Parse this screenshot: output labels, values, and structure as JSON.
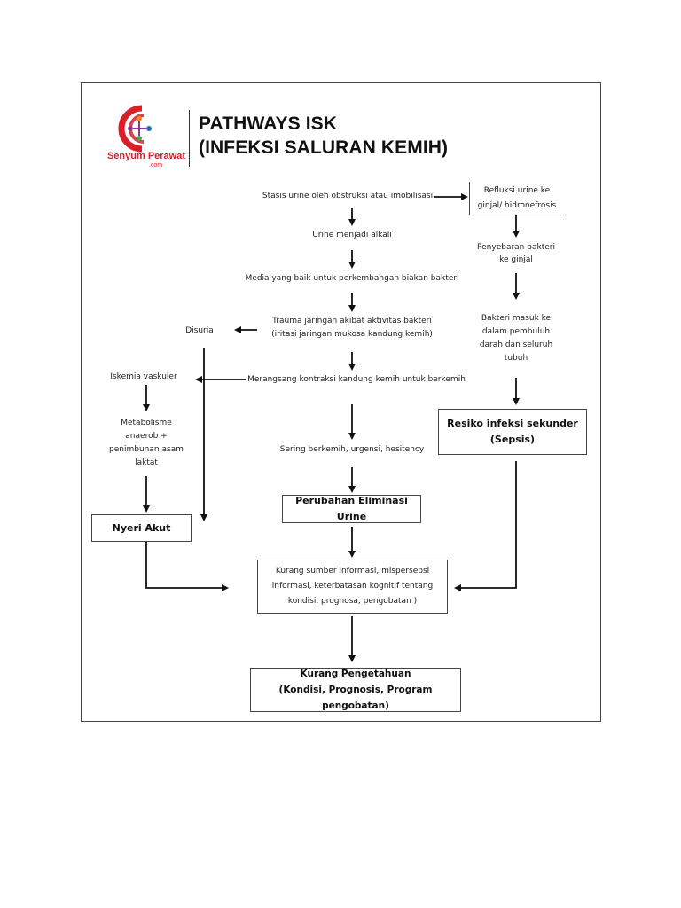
{
  "header": {
    "logo_text": "Senyum Perawat",
    "logo_sub": ".com",
    "title_line1": "PATHWAYS ISK",
    "title_line2": "(INFEKSI SALURAN KEMIH)"
  },
  "nodes": {
    "stasis": "Stasis urine oleh obstruksi atau imobilisasi",
    "refluksi_1": "Refluksi urine ke",
    "refluksi_2": "ginjal/ hidronefrosis",
    "alkali": "Urine menjadi alkali",
    "penyebaran_1": "Penyebaran bakteri",
    "penyebaran_2": "ke ginjal",
    "media": "Media yang baik untuk perkembangan biakan bakteri",
    "trauma_1": "Trauma jaringan akibat aktivitas bakteri",
    "trauma_2": "(iritasi jaringan mukosa kandung kemih)",
    "disuria": "Disuria",
    "bakteri_1": "Bakteri masuk ke",
    "bakteri_2": "dalam pembuluh",
    "bakteri_3": "darah dan seluruh",
    "bakteri_4": "tubuh",
    "iskemia": "Iskemia vaskuler",
    "merangsang": "Merangsang kontraksi kandung kemih untuk berkemih",
    "metabolisme_1": "Metabolisme",
    "metabolisme_2": "anaerob +",
    "metabolisme_3": "penimbunan asam",
    "metabolisme_4": "laktat",
    "resiko_1": "Resiko infeksi sekunder",
    "resiko_2": "(Sepsis)",
    "sering": "Sering berkemih, urgensi, hesitency",
    "perubahan": "Perubahan Eliminasi Urine",
    "nyeri": "Nyeri Akut",
    "kurang_info_1": "Kurang sumber informasi, mispersepsi",
    "kurang_info_2": "informasi, keterbatasan kognitif tentang",
    "kurang_info_3": "kondisi, prognosa, pengobatan )",
    "kurang_peng_1": "Kurang Pengetahuan",
    "kurang_peng_2": "(Kondisi, Prognosis, Program pengobatan)"
  },
  "colors": {
    "brand_red": "#d8202a",
    "logo_orange": "#f08a1c",
    "logo_purple": "#8a3a9c",
    "logo_blue": "#2a6fb8",
    "logo_green": "#4aa84a"
  }
}
